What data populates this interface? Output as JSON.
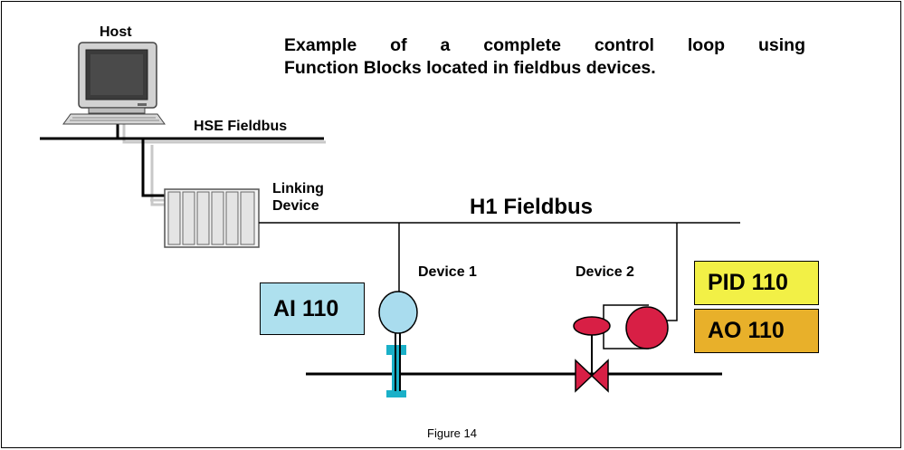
{
  "title": {
    "line1": "Example of a complete control loop using",
    "line2": "Function Blocks located in fieldbus devices."
  },
  "labels": {
    "host": "Host",
    "hse_fieldbus": "HSE Fieldbus",
    "linking_device_1": "Linking",
    "linking_device_2": "Device",
    "h1_fieldbus": "H1 Fieldbus",
    "device1": "Device 1",
    "device2": "Device 2"
  },
  "function_blocks": {
    "ai": "AI 110",
    "pid": "PID 110",
    "ao": "AO 110"
  },
  "caption": "Figure 14",
  "colors": {
    "ai_fill": "#aee0ee",
    "pid_fill": "#f2f046",
    "ao_fill": "#e8b02a",
    "transmitter_fill": "#a9dcee",
    "sensor_fill": "#1ab0c8",
    "valve_fill": "#d81f45",
    "computer_body": "#d2d2d2",
    "screen": "#3b3b3b",
    "line": "#000000",
    "shadow_line": "#c8c8c8"
  }
}
